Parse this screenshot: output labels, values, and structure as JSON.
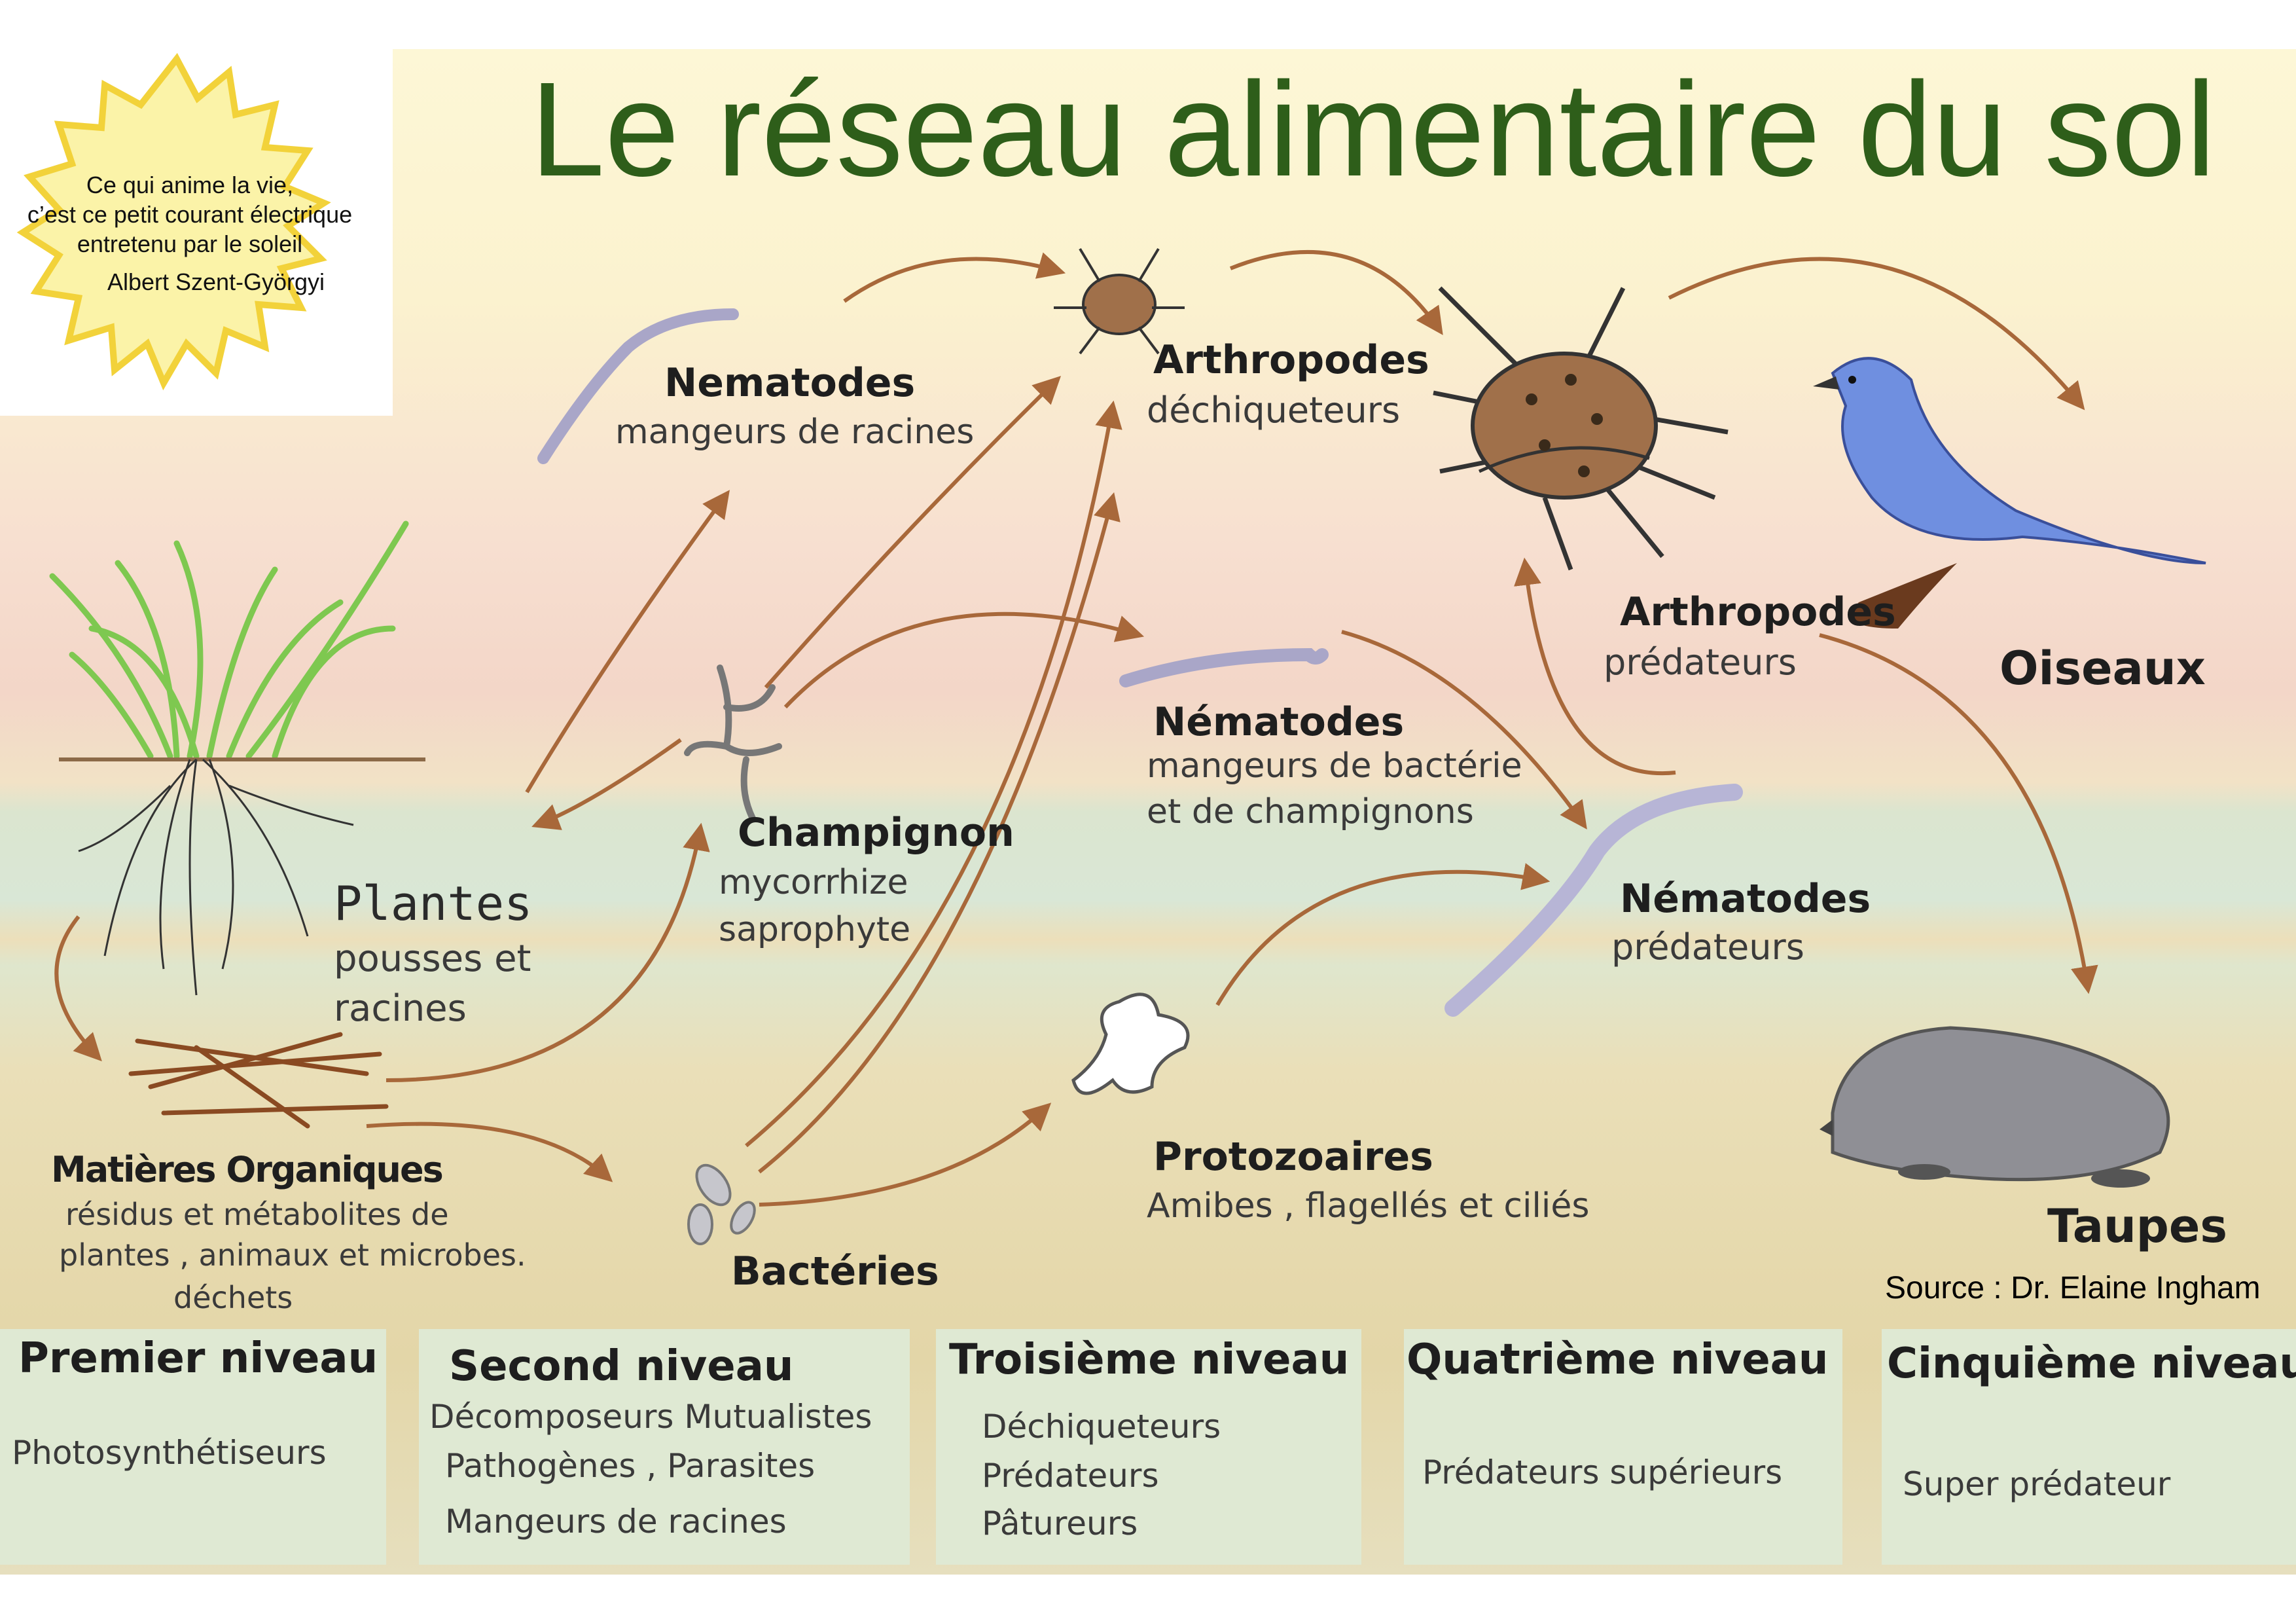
{
  "title": "Le réseau alimentaire du sol",
  "quote": {
    "line1": "Ce qui anime la vie,",
    "line2": "c’est ce petit courant électrique",
    "line3": "entretenu par le soleil",
    "author": "Albert Szent-Györgyi"
  },
  "nodes": {
    "nematodes_roots": {
      "name": "Nematodes",
      "desc": "mangeurs de racines"
    },
    "arthropods_shredders": {
      "name": "Arthropodes",
      "desc": "déchiqueteurs"
    },
    "arthropods_predators": {
      "name": "Arthropodes",
      "desc": "prédateurs"
    },
    "birds": {
      "name": "Oiseaux"
    },
    "fungi": {
      "name": "Champignon",
      "desc1": "mycorrhize",
      "desc2": "saprophyte"
    },
    "nematodes_bact": {
      "name": "Nématodes",
      "desc1": "mangeurs de bactérie",
      "desc2": "et de champignons"
    },
    "nematodes_pred": {
      "name": "Nématodes",
      "desc": "prédateurs"
    },
    "plants": {
      "name": "Plantes",
      "desc1": "pousses et",
      "desc2": "racines"
    },
    "organic": {
      "name": "Matières Organiques",
      "desc1": "résidus  et  métabolites de",
      "desc2": "plantes , animaux et microbes.",
      "desc3": "déchets"
    },
    "bacteria": {
      "name": "Bactéries"
    },
    "protozoa": {
      "name": "Protozoaires",
      "desc": "Amibes , flagellés et ciliés"
    },
    "moles": {
      "name": "Taupes"
    }
  },
  "source": "Source : Dr. Elaine Ingham",
  "levels": [
    {
      "title": "Premier niveau",
      "items": [
        "Photosynthétiseurs"
      ]
    },
    {
      "title": "Second niveau",
      "items": [
        "Décomposeurs Mutualistes",
        "Pathogènes , Parasites",
        "Mangeurs de racines"
      ]
    },
    {
      "title": "Troisième niveau",
      "items": [
        "Déchiqueteurs",
        "Prédateurs",
        "Pâtureurs"
      ]
    },
    {
      "title": "Quatrième niveau",
      "items": [
        "Prédateurs supérieurs"
      ]
    },
    {
      "title": "Cinquième niveau",
      "items": [
        "Super prédateur"
      ]
    }
  ],
  "colors": {
    "title": "#2e5e1a",
    "arrow": "#a8683a",
    "sun": "#f2d23a",
    "levelbox": "#dfe9d3"
  }
}
